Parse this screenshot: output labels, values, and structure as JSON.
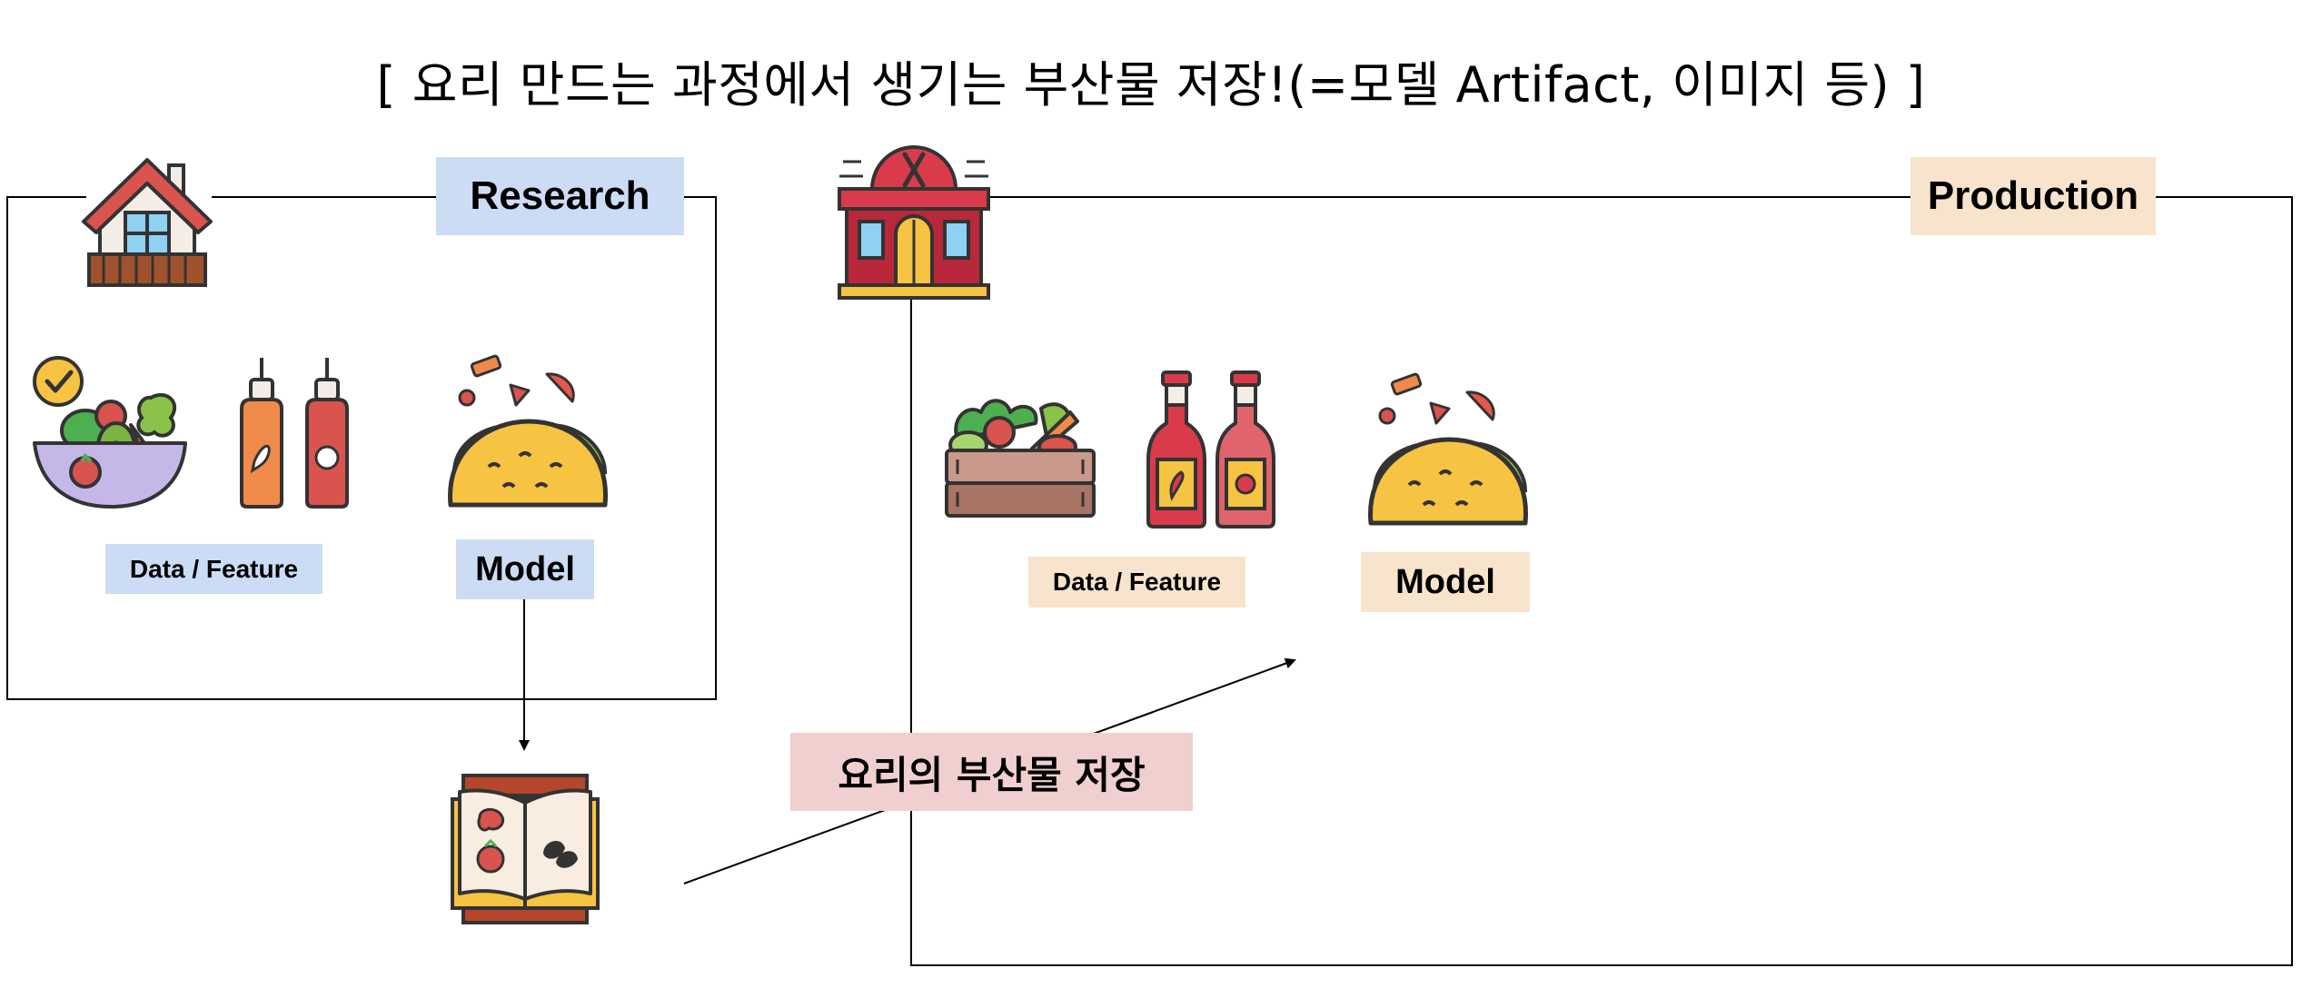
{
  "title": "[ 요리 만드는 과정에서 생기는 부산물 저장!(=모델 Artifact, 이미지 등)  ]",
  "research": {
    "section_label": "Research",
    "data_label": "Data / Feature",
    "model_label": "Model"
  },
  "production": {
    "section_label": "Production",
    "data_label": "Data / Feature",
    "model_label": "Model"
  },
  "artifact_store_label": "요리의 부산물 저장",
  "colors": {
    "research_label_bg": "#ccdcf4",
    "production_label_bg": "#f8e4cd",
    "artifact_label_bg": "#f0cfcf"
  },
  "icons": [
    "house-icon",
    "restaurant-icon",
    "salad-bowl-icon",
    "sauce-bottles-icon",
    "taco-icon",
    "vegetable-crate-icon",
    "ketchup-bottles-icon",
    "recipe-book-icon"
  ]
}
